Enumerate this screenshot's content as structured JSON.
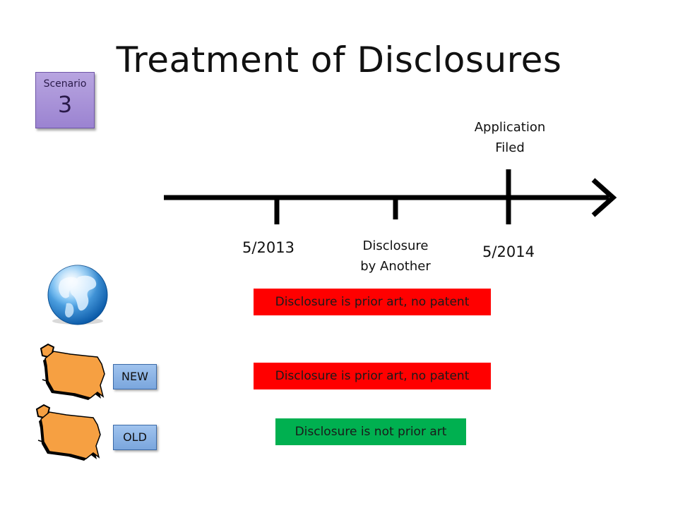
{
  "slide": {
    "title": "Treatment of Disclosures"
  },
  "scenario_badge": {
    "label": "Scenario",
    "number": "3",
    "color": "#a892d8"
  },
  "timeline": {
    "application_label_line1": "Application",
    "application_label_line2": "Filed",
    "date_start": "5/2013",
    "disclosure_label_line1": "Disclosure",
    "disclosure_label_line2": "by Another",
    "date_end": "5/2014"
  },
  "jurisdictions": {
    "world_icon": "globe-icon",
    "us_icon": "us-map-icon",
    "new_label": "NEW",
    "old_label": "OLD"
  },
  "results": [
    {
      "text": "Disclosure is prior art, no patent",
      "color": "#ff0000"
    },
    {
      "text": "Disclosure is prior art, no patent",
      "color": "#ff0000"
    },
    {
      "text": "Disclosure is not prior art",
      "color": "#00b050"
    }
  ]
}
